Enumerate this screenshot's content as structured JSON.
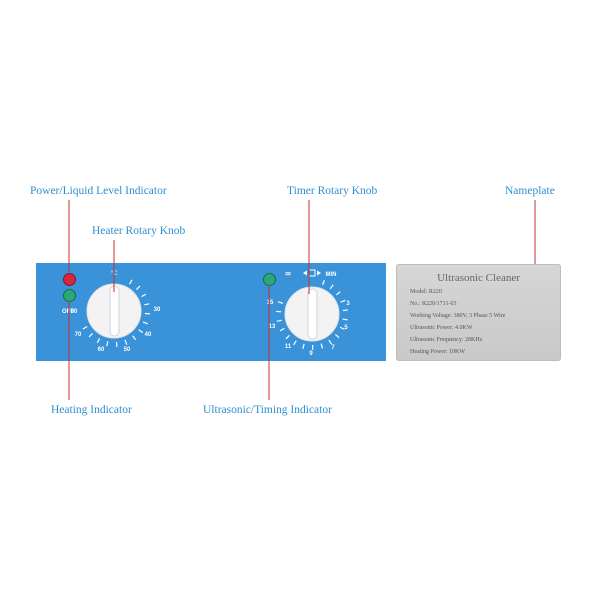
{
  "callouts": {
    "power_liquid": "Power/Liquid Level Indicator",
    "heater_knob": "Heater Rotary Knob",
    "timer_knob": "Timer Rotary Knob",
    "nameplate": "Nameplate",
    "heating_indicator": "Heating Indicator",
    "ultrasonic_timing": "Ultrasonic/Timing Indicator"
  },
  "heater_dial": {
    "unit": "°C",
    "scale": [
      "OFF",
      "30",
      "40",
      "50",
      "60",
      "70",
      "80"
    ]
  },
  "timer_dial": {
    "infinity": "∞",
    "unit": "MIN",
    "scale": [
      "3",
      "5",
      "7",
      "9",
      "11",
      "13",
      "15"
    ]
  },
  "nameplate": {
    "title": "Ultrasonic Cleaner",
    "lines": [
      "Model: R220",
      "No.: R220/1711-03",
      "Working Voltage: 380V, 3  Phase 5 Wire",
      "Ultrasonic Power: 4.0KW",
      "Ultrasonic Frequency: 28KHz",
      "Heating Power: 10KW"
    ]
  },
  "colors": {
    "panel": "#3a92d8",
    "label": "#2f8fd0",
    "leader": "#c0332e",
    "led_red": "#d7263d",
    "led_green": "#2aa876"
  }
}
